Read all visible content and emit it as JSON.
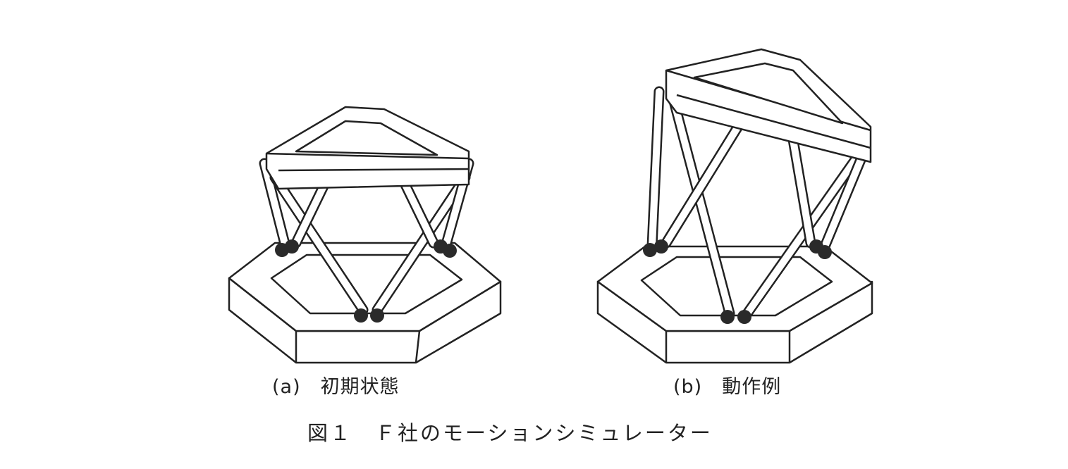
{
  "figure": {
    "caption_a": "(a)　初期状態",
    "caption_b": "(b)　動作例",
    "title": "図１　Ｆ社のモーションシミュレーター"
  }
}
